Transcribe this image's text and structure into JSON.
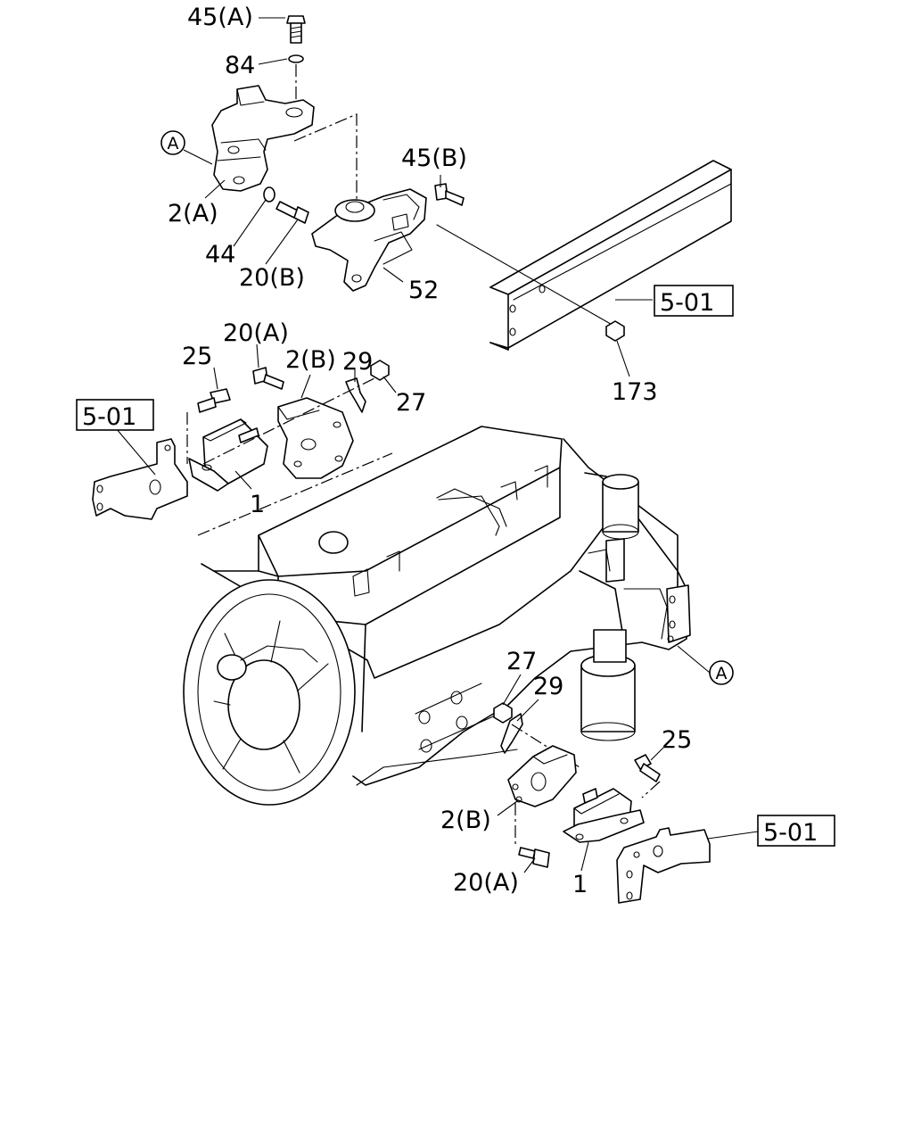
{
  "labels": {
    "p45a": "45(A)",
    "p84": "84",
    "p2a": "2(A)",
    "p44": "44",
    "p20b": "20(B)",
    "p45b": "45(B)",
    "p52": "52",
    "p173": "173",
    "p20a_top": "20(A)",
    "p25_top": "25",
    "p2b_top": "2(B)",
    "p29_top": "29",
    "p27_top": "27",
    "p1_top": "1",
    "p27_bot": "27",
    "p29_bot": "29",
    "p25_bot": "25",
    "p2b_bot": "2(B)",
    "p20a_bot": "20(A)",
    "p1_bot": "1"
  },
  "refs": {
    "frame_right": "5-01",
    "bracket_left": "5-01",
    "bracket_right": "5-01"
  },
  "callouts": {
    "a_top": "A",
    "a_bottom": "A"
  }
}
